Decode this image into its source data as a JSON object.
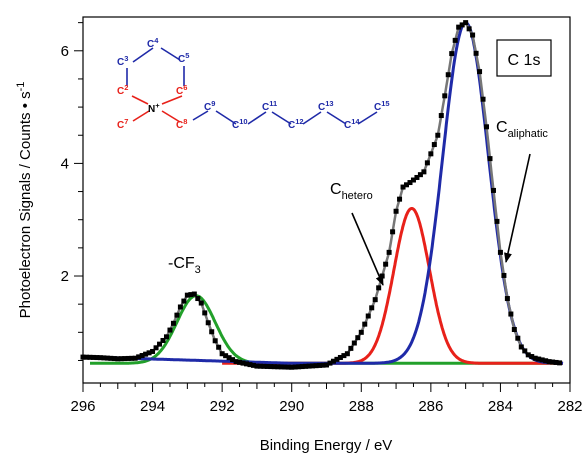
{
  "chart_data": {
    "type": "line",
    "title": "",
    "xlabel": "Binding Energy / eV",
    "ylabel": "Photoelectron Signals / Counts • s",
    "ylabel_exponent": "-1",
    "xlim": [
      296,
      282
    ],
    "ylim": [
      0.1,
      6.6
    ],
    "x_reversed": true,
    "x_ticks": [
      296,
      294,
      292,
      290,
      288,
      286,
      284,
      282
    ],
    "y_ticks": [
      2,
      4,
      6
    ],
    "grid": false,
    "legend": "none",
    "baseline": 0.45,
    "series": [
      {
        "style": "markers",
        "color": "#000000",
        "x": [
          296.0,
          295.5,
          295.0,
          294.5,
          294.0,
          293.6,
          293.4,
          293.2,
          293.0,
          292.8,
          292.6,
          292.4,
          292.2,
          292.0,
          291.6,
          291.0,
          290.0,
          289.0,
          288.4,
          288.0,
          287.6,
          287.2,
          287.0,
          286.8,
          286.6,
          286.4,
          286.2,
          286.0,
          285.8,
          285.6,
          285.4,
          285.2,
          285.0,
          284.8,
          284.6,
          284.4,
          284.2,
          284.0,
          283.8,
          283.6,
          283.4,
          283.2,
          283.0,
          282.6,
          282.2
        ],
        "y": [
          0.56,
          0.55,
          0.53,
          0.54,
          0.66,
          0.92,
          1.16,
          1.45,
          1.66,
          1.68,
          1.52,
          1.17,
          0.85,
          0.62,
          0.48,
          0.4,
          0.38,
          0.42,
          0.62,
          1.0,
          1.58,
          2.42,
          3.15,
          3.58,
          3.66,
          3.75,
          3.85,
          4.17,
          4.5,
          5.2,
          5.95,
          6.42,
          6.5,
          6.28,
          5.63,
          4.65,
          3.52,
          2.42,
          1.6,
          1.05,
          0.74,
          0.6,
          0.54,
          0.48,
          0.45
        ]
      },
      {
        "name": "-CF3",
        "style": "line",
        "color": "#22a02a",
        "peak": {
          "center": 292.75,
          "height": 1.2,
          "fwhm": 1.3
        },
        "x_range": [
          295.8,
          282.2
        ]
      },
      {
        "name": "Chetero",
        "style": "line",
        "color": "#e8211a",
        "peak": {
          "center": 286.55,
          "height": 2.75,
          "fwhm": 1.2
        },
        "x_range": [
          292.0,
          282.2
        ]
      },
      {
        "name": "Caliphatic",
        "style": "line",
        "color": "#1f2aa8",
        "peak": {
          "center": 285.0,
          "height": 6.05,
          "fwhm": 1.55
        },
        "x_range": [
          295.8,
          282.2
        ],
        "baseline_start": 0.56
      }
    ],
    "annotations": {
      "box_label": "C 1s",
      "cf3_label": "-CF",
      "cf3_sub": "3",
      "hetero_label": "C",
      "hetero_sub": "hetero",
      "aliphatic_label": "C",
      "aliphatic_sub": "aliphatic"
    }
  },
  "molecule": {
    "atoms": {
      "c3": {
        "t": "C",
        "n": "3"
      },
      "c4": {
        "t": "C",
        "n": "4"
      },
      "c5": {
        "t": "C",
        "n": "5"
      },
      "c2": {
        "t": "C",
        "n": "2"
      },
      "c6": {
        "t": "C",
        "n": "6"
      },
      "n": {
        "t": "N",
        "n": "+"
      },
      "c7": {
        "t": "C",
        "n": "7"
      },
      "c8": {
        "t": "C",
        "n": "8"
      },
      "c9": {
        "t": "C",
        "n": "9"
      },
      "c10": {
        "t": "C",
        "n": "10"
      },
      "c11": {
        "t": "C",
        "n": "11"
      },
      "c12": {
        "t": "C",
        "n": "12"
      },
      "c13": {
        "t": "C",
        "n": "13"
      },
      "c14": {
        "t": "C",
        "n": "14"
      },
      "c15": {
        "t": "C",
        "n": "15"
      }
    },
    "colors": {
      "hetero": "#e8211a",
      "aliphatic": "#1f2aa8",
      "nitrogen": "#000000"
    }
  }
}
